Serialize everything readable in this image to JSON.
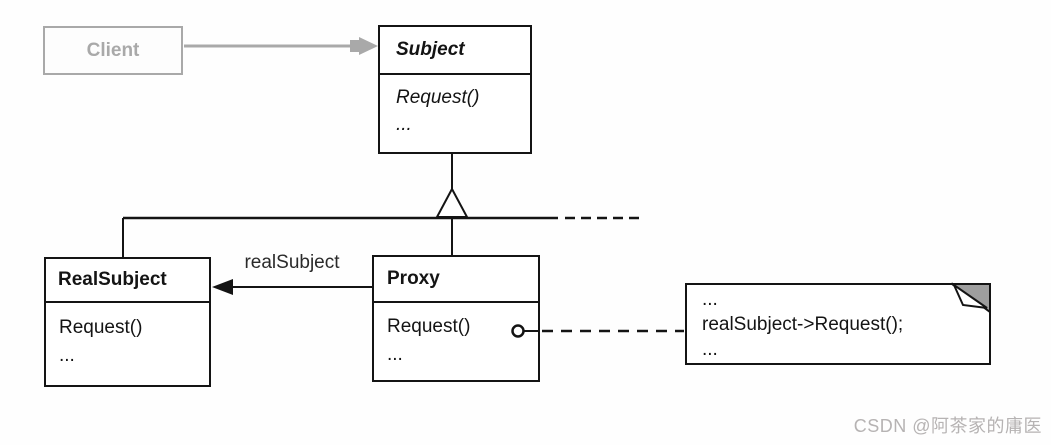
{
  "diagram": {
    "type": "uml-class-diagram",
    "pattern": "Proxy",
    "client": {
      "label": "Client"
    },
    "subject": {
      "title": "Subject",
      "abstract": true,
      "methods": [
        "Request()",
        "..."
      ]
    },
    "realsubject": {
      "title": "RealSubject",
      "methods": [
        "Request()",
        "..."
      ]
    },
    "proxy": {
      "title": "Proxy",
      "methods": [
        "Request()",
        "..."
      ]
    },
    "association": {
      "label": "realSubject"
    },
    "note": {
      "lines": [
        "...",
        "realSubject-&gt;Request();",
        "..."
      ],
      "line1": "...",
      "line2": "realSubject->Request();",
      "line3": "..."
    },
    "relations": [
      "Client -> Subject (gray dependency arrow)",
      "RealSubject --|> Subject (generalization)",
      "Proxy --|> Subject (generalization)",
      "Proxy -> RealSubject (realSubject association)",
      "Proxy.Request() .. note (dashed anchor with circle)"
    ],
    "colors": {
      "line": "#141414",
      "gray": "#a9a9a9",
      "note_fold": "#9e9e9e",
      "watermark": "#b6b3b3",
      "background": "#fefefe"
    }
  },
  "watermark": {
    "text": "CSDN @阿茶家的庸医"
  }
}
